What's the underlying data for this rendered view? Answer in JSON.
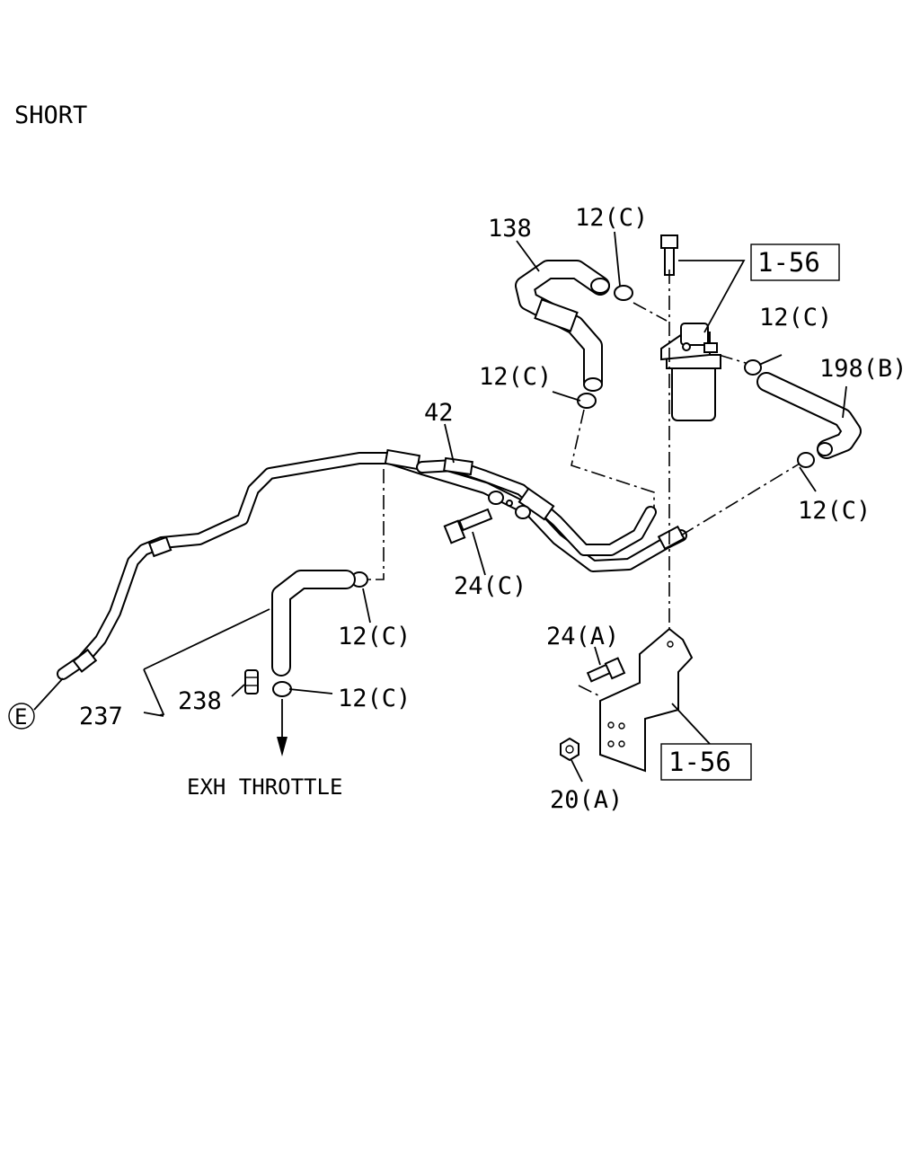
{
  "header": {
    "variant": "SHORT"
  },
  "labels": {
    "p138": "138",
    "p12c_top": "12(C)",
    "ref_top": "1-56",
    "p12c_right": "12(C)",
    "p198b": "198(B)",
    "p12c_mid": "12(C)",
    "p42": "42",
    "p12c_far_right": "12(C)",
    "p24c": "24(C)",
    "p12c_lower": "12(C)",
    "p24a": "24(A)",
    "p237": "237",
    "p238": "238",
    "p12c_bottom": "12(C)",
    "ref_bottom": "1-56",
    "p20a": "20(A)",
    "connector_e": "E",
    "exh_throttle": "EXH THROTTLE"
  }
}
